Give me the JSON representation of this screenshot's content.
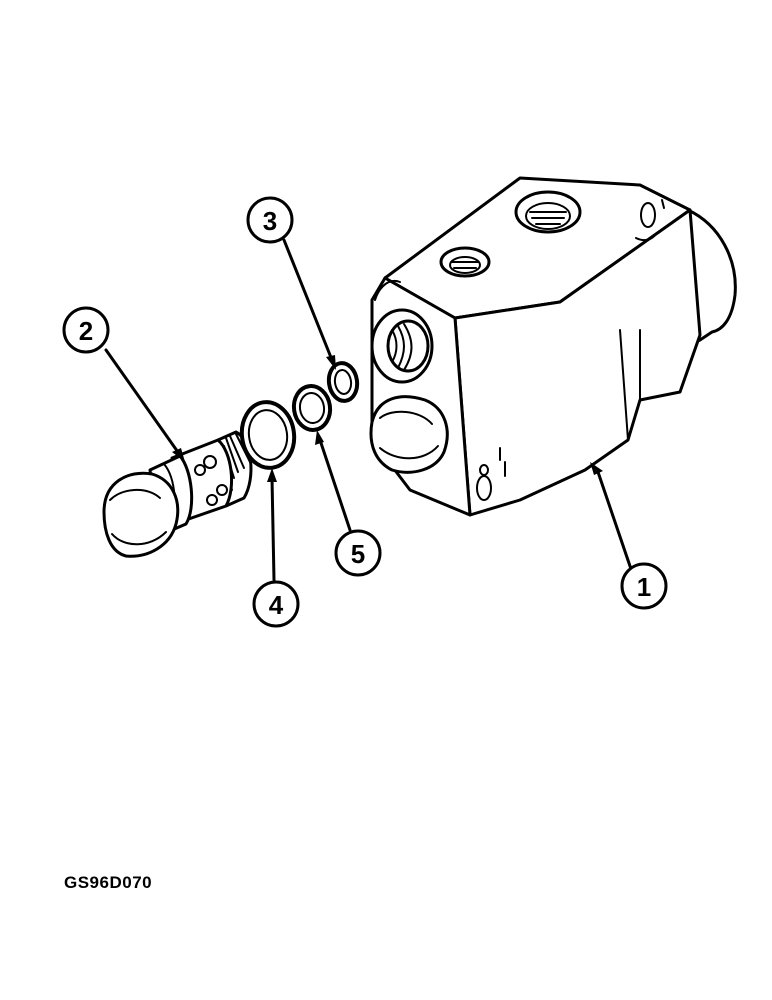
{
  "figure_code": "GS96D070",
  "callouts": [
    {
      "number": "1"
    },
    {
      "number": "2"
    },
    {
      "number": "3"
    },
    {
      "number": "4"
    },
    {
      "number": "5"
    }
  ]
}
